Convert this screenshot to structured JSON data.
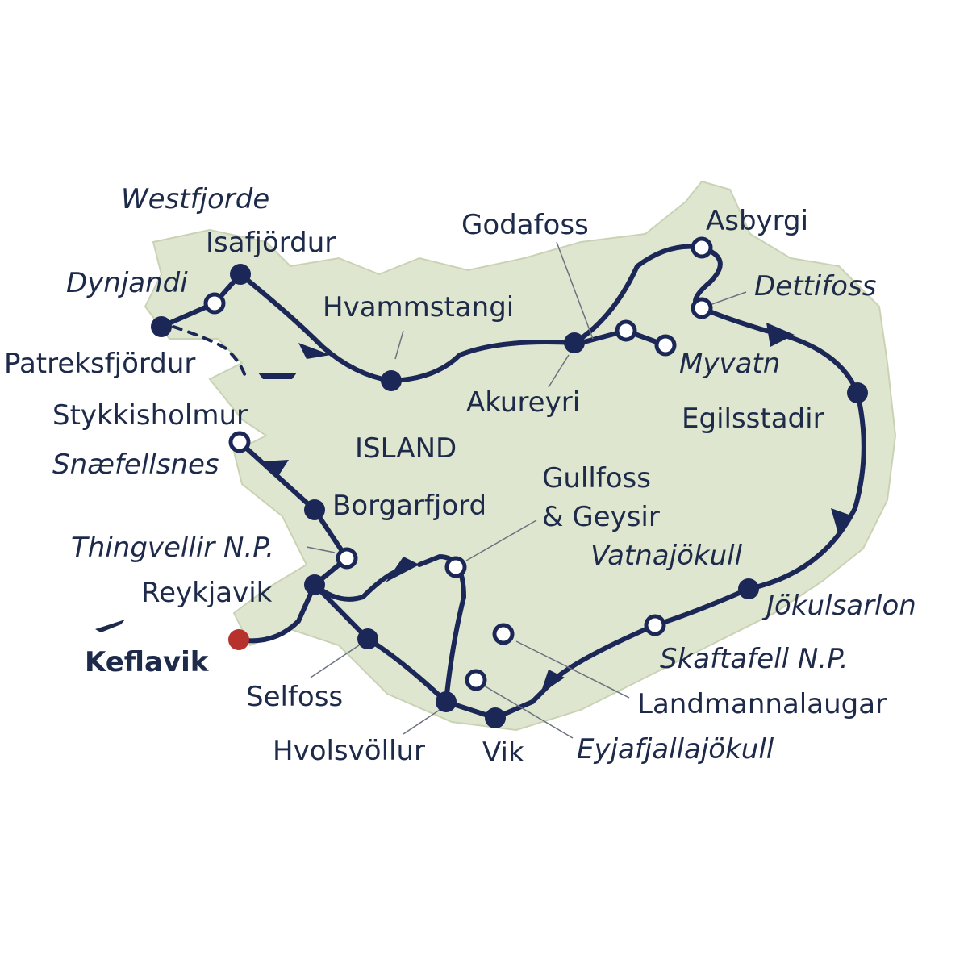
{
  "map": {
    "country_label": "ISLAND",
    "colors": {
      "land": "#dfe6cf",
      "route": "#1b2757",
      "start": "#b8322d",
      "text": "#1e2a4a"
    },
    "places": {
      "westfjorde": "Westfjorde",
      "isafjordur": "Isafjördur",
      "dynjandi": "Dynjandi",
      "patreksfjordur": "Patreksfjördur",
      "stykkisholmur": "Stykkisholmur",
      "snaefellsnes": "Snæfellsnes",
      "hvammstangi": "Hvammstangi",
      "godafoss": "Godafoss",
      "asbyrgi": "Asbyrgi",
      "dettifoss": "Dettifoss",
      "myvatn": "Myvatn",
      "akureyri": "Akureyri",
      "egilsstadir": "Egilsstadir",
      "borgarfjord": "Borgarfjord",
      "gullfoss_1": "Gullfoss",
      "gullfoss_2": "& Geysir",
      "thingvellir": "Thingvellir N.P.",
      "vatnajokull": "Vatnajökull",
      "reykjavik": "Reykjavik",
      "jokulsarlon": "Jökulsarlon",
      "keflavik": "Keflavik",
      "skaftafell": "Skaftafell N.P.",
      "selfoss": "Selfoss",
      "landmannalaugar": "Landmannalaugar",
      "hvolsvollur": "Hvolsvöllur",
      "vik": "Vik",
      "eyjafjallajokull": "Eyjafjallajökull"
    }
  }
}
